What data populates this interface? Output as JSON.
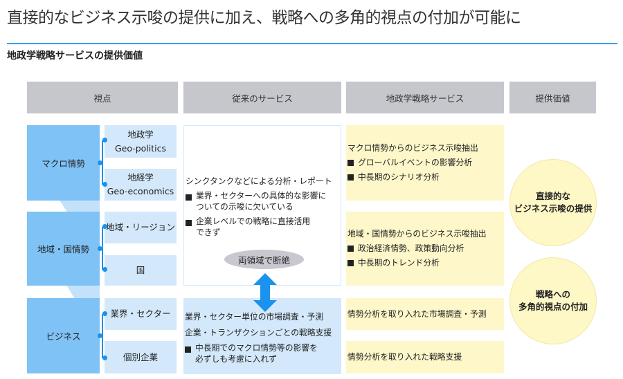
{
  "title": "直接的なビジネス示唆の提供に加え、戦略への多角的視点の付加が可能に",
  "subtitle": "地政学戦略サービスの提供価値",
  "headers": [
    "視点",
    "従来のサービス",
    "地政学戦略サービス",
    "提供価値"
  ],
  "perspectives": [
    {
      "label": "マクロ情勢",
      "subs": [
        [
          "地政学",
          "Geo-politics"
        ],
        [
          "地経学",
          "Geo-economics"
        ]
      ]
    },
    {
      "label": "地域・国情勢",
      "subs": [
        [
          "地域・リージョン"
        ],
        [
          "国"
        ]
      ]
    },
    {
      "label": "ビジネス",
      "subs": [
        [
          "業界・セクター"
        ],
        [
          "個別企業"
        ]
      ]
    }
  ],
  "conventional": {
    "think_tank": {
      "heading": "シンクタンクなどによる分析・レポート",
      "bullets": [
        "業界・セクターへの具体的な影響に\nついての示唆に欠いている",
        "企業レベルでの戦略に直接活用\nできず"
      ]
    },
    "gap_label": "両領域で断絶",
    "business": {
      "lines": [
        "業界・セクター単位の市場調査・予測",
        "企業・トランザクションごとの戦略支援"
      ],
      "bullets": [
        "中長期でのマクロ情勢等の影響を\n必ずしも考慮に入れず"
      ]
    }
  },
  "geo_service": [
    {
      "heading": "マクロ情勢からのビジネス示唆抽出",
      "bullets": [
        "グローバルイベントの影響分析",
        "中長期のシナリオ分析"
      ]
    },
    {
      "heading": "地域・国情勢からのビジネス示唆抽出",
      "bullets": [
        "政治経済情勢、政策動向分析",
        "中長期のトレンド分析"
      ]
    },
    {
      "heading": "情勢分析を取り入れた市場調査・予測",
      "bullets": []
    },
    {
      "heading": "情勢分析を取り入れた戦略支援",
      "bullets": []
    }
  ],
  "value": [
    [
      "直接的な",
      "ビジネス示唆の提供"
    ],
    [
      "戦略への",
      "多角的視点の付加"
    ]
  ],
  "colors": {
    "accent": "#3ea0e8",
    "header": "#c6c7cd",
    "perspective": "#7fc2f5",
    "sub": "#d3e9fb",
    "yellow": "#fdf7c9",
    "arrow": "#1a92ee"
  }
}
